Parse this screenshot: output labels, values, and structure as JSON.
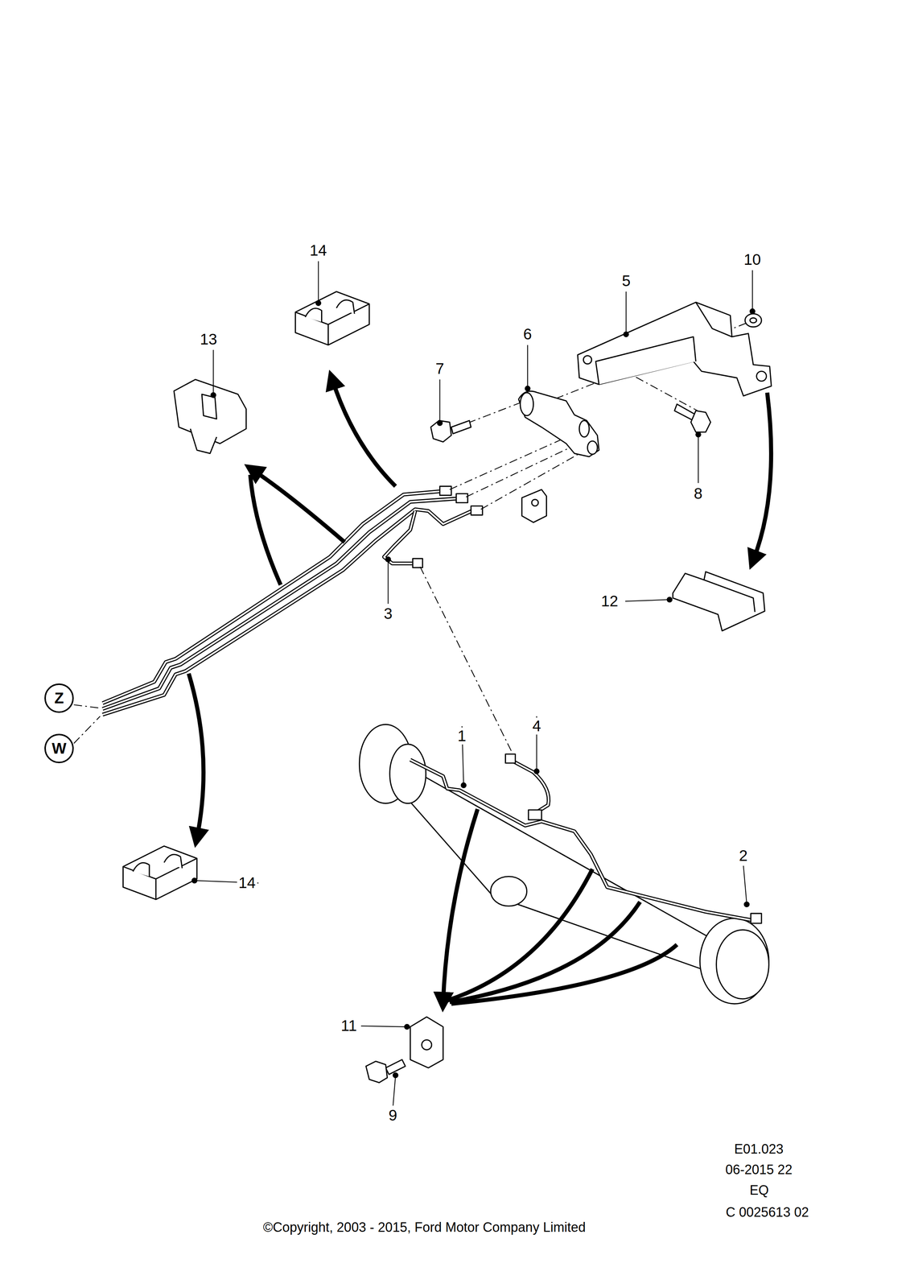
{
  "diagram": {
    "nodes": [
      {
        "text": [
          "Z"
        ]
      },
      {
        "text": [
          "W"
        ]
      }
    ],
    "labels": [
      "14",
      "13",
      "6",
      "7",
      "5",
      "10",
      "8",
      "12",
      "3",
      "4",
      "1",
      "2",
      "14",
      "11",
      "9",
      "E01.023",
      "06-2015 22",
      "EQ",
      "C 0025613 02",
      "©Copyright, 2003 - 2015, Ford Motor Company Limited"
    ]
  }
}
